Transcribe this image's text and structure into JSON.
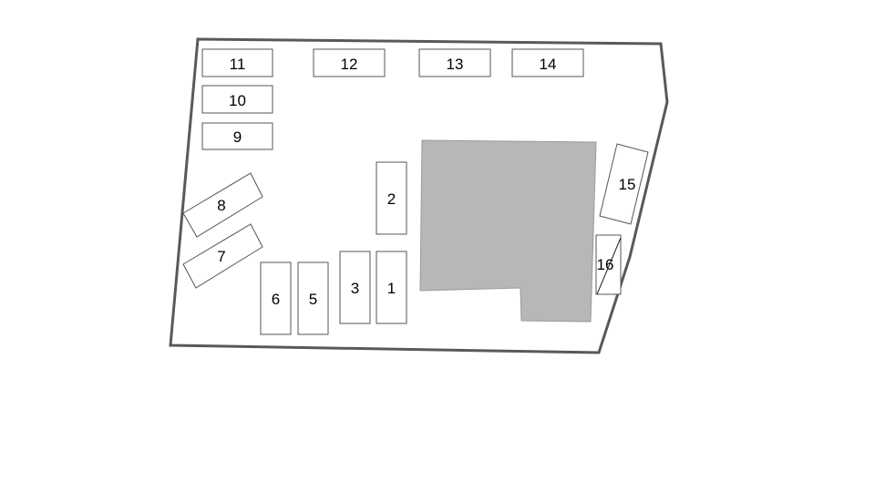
{
  "plots": [
    {
      "label": "1"
    },
    {
      "label": "2"
    },
    {
      "label": "3"
    },
    {
      "label": "5"
    },
    {
      "label": "6"
    },
    {
      "label": "7"
    },
    {
      "label": "8"
    },
    {
      "label": "9"
    },
    {
      "label": "10"
    },
    {
      "label": "11"
    },
    {
      "label": "12"
    },
    {
      "label": "13"
    },
    {
      "label": "14"
    },
    {
      "label": "15"
    },
    {
      "label": "16"
    }
  ]
}
